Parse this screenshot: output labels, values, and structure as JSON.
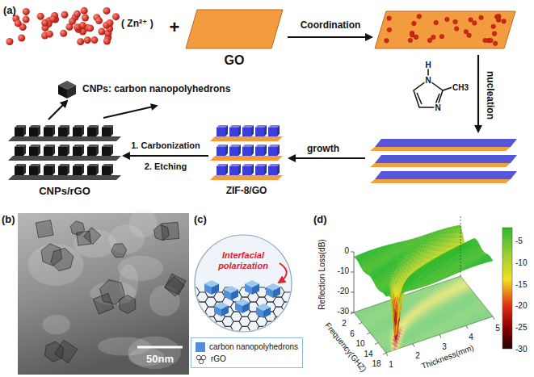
{
  "diagram": {
    "nodes": [
      {
        "text": [
          "GO"
        ]
      },
      {
        "text": [
          "ZIF-8/GO"
        ]
      },
      {
        "text": [
          "CNPs/rGO"
        ]
      },
      {
        "text": [
          "CNPs: carbon nanopolyhedrons"
        ]
      },
      {
        "text": [
          "Interfacial polarization"
        ]
      }
    ],
    "edges": [
      {
        "from": 1,
        "to": 2,
        "arrow": "to"
      },
      {
        "from": 2,
        "to": 3,
        "arrow": "to"
      }
    ],
    "labels": [
      "(a)",
      "( Zn²⁺ )",
      "+",
      "Coordination",
      "nucleation",
      "H",
      "N",
      "N",
      "CH3",
      "growth",
      "1. Carbonization",
      "2. Etching",
      "(b)",
      "50nm",
      "(c)",
      "(d)",
      "Reflection Loss(dB)",
      "0",
      "-10",
      "-20",
      "-30",
      "Frequency(GHZ)",
      "2",
      "6",
      "10",
      "14",
      "18",
      "Thickness(mm)",
      "1",
      "2",
      "3",
      "4",
      "5",
      "-5",
      "-10",
      "-15",
      "-20",
      "-25",
      "-30"
    ],
    "legend": [
      {
        "text": "carbon nanopolyhedrons",
        "color": "#4f8fdc"
      },
      {
        "text": "rGO"
      }
    ]
  }
}
